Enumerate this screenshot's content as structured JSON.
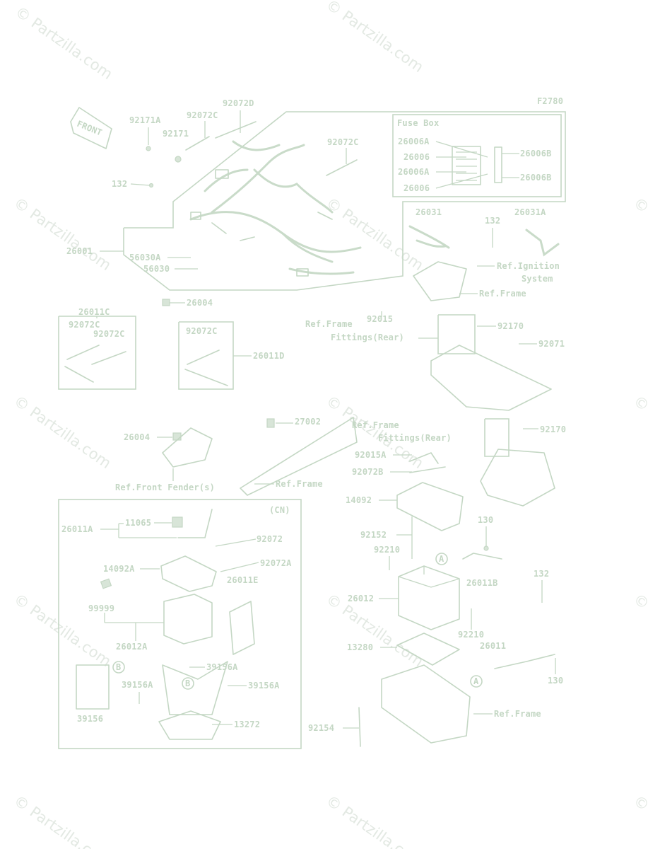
{
  "diagram_code": "F2780",
  "front_label": "FRONT",
  "watermark_text": "© Partzilla.com",
  "fuse_box": {
    "title": "Fuse Box",
    "labels": [
      "26006A",
      "26006",
      "26006A",
      "26006",
      "26006B",
      "26006B"
    ]
  },
  "callouts": [
    "92072D",
    "92171A",
    "92072C",
    "92171",
    "92072C",
    "132",
    "26001",
    "56030A",
    "56030",
    "26004",
    "26031",
    "132",
    "26031A",
    "Ref.Ignition",
    "System",
    "Ref.Frame",
    "Ref.Frame",
    "92015",
    "Fittings(Rear)",
    "92170",
    "92071",
    "26011C",
    "92072C",
    "92072C",
    "92072C",
    "26011D",
    "26004",
    "27002",
    "Ref.Frame",
    "Fittings(Rear)",
    "92170",
    "92015A",
    "92072B",
    "Ref.Front Fender(s)",
    "Ref.Frame",
    "14092",
    "(CN)",
    "26011A",
    "11065",
    "92072",
    "92072A",
    "14092A",
    "26011E",
    "99999",
    "26012A",
    "39156A",
    "39156A",
    "39156A",
    "39156",
    "13272",
    "92152",
    "130",
    "92210",
    "26011B",
    "26012",
    "92210",
    "132",
    "13280",
    "26011",
    "130",
    "Ref.Frame",
    "92154"
  ],
  "markers": [
    "A",
    "A",
    "B",
    "B"
  ]
}
